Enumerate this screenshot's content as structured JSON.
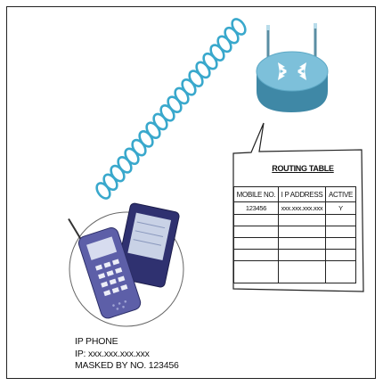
{
  "phone": {
    "label": "IP PHONE",
    "ip": "IP: xxx.xxx.xxx.xxx",
    "masked": "MASKED BY NO. 123456"
  },
  "routing_table": {
    "title": "ROUTING TABLE",
    "headers": [
      "MOBILE NO.",
      "I P ADDRESS",
      "ACTIVE"
    ],
    "rows": [
      [
        "123456",
        "xxx.xxx.xxx.xxx",
        "Y"
      ]
    ]
  },
  "colors": {
    "router_blue": "#4a95b3",
    "router_top": "#7fc3dc",
    "wave": "#3aa6c8",
    "phone_blue": "#5d5fa8"
  },
  "icons": [
    "router-icon",
    "wireless-wave-icon",
    "mobile-phone-icon",
    "speech-callout"
  ]
}
